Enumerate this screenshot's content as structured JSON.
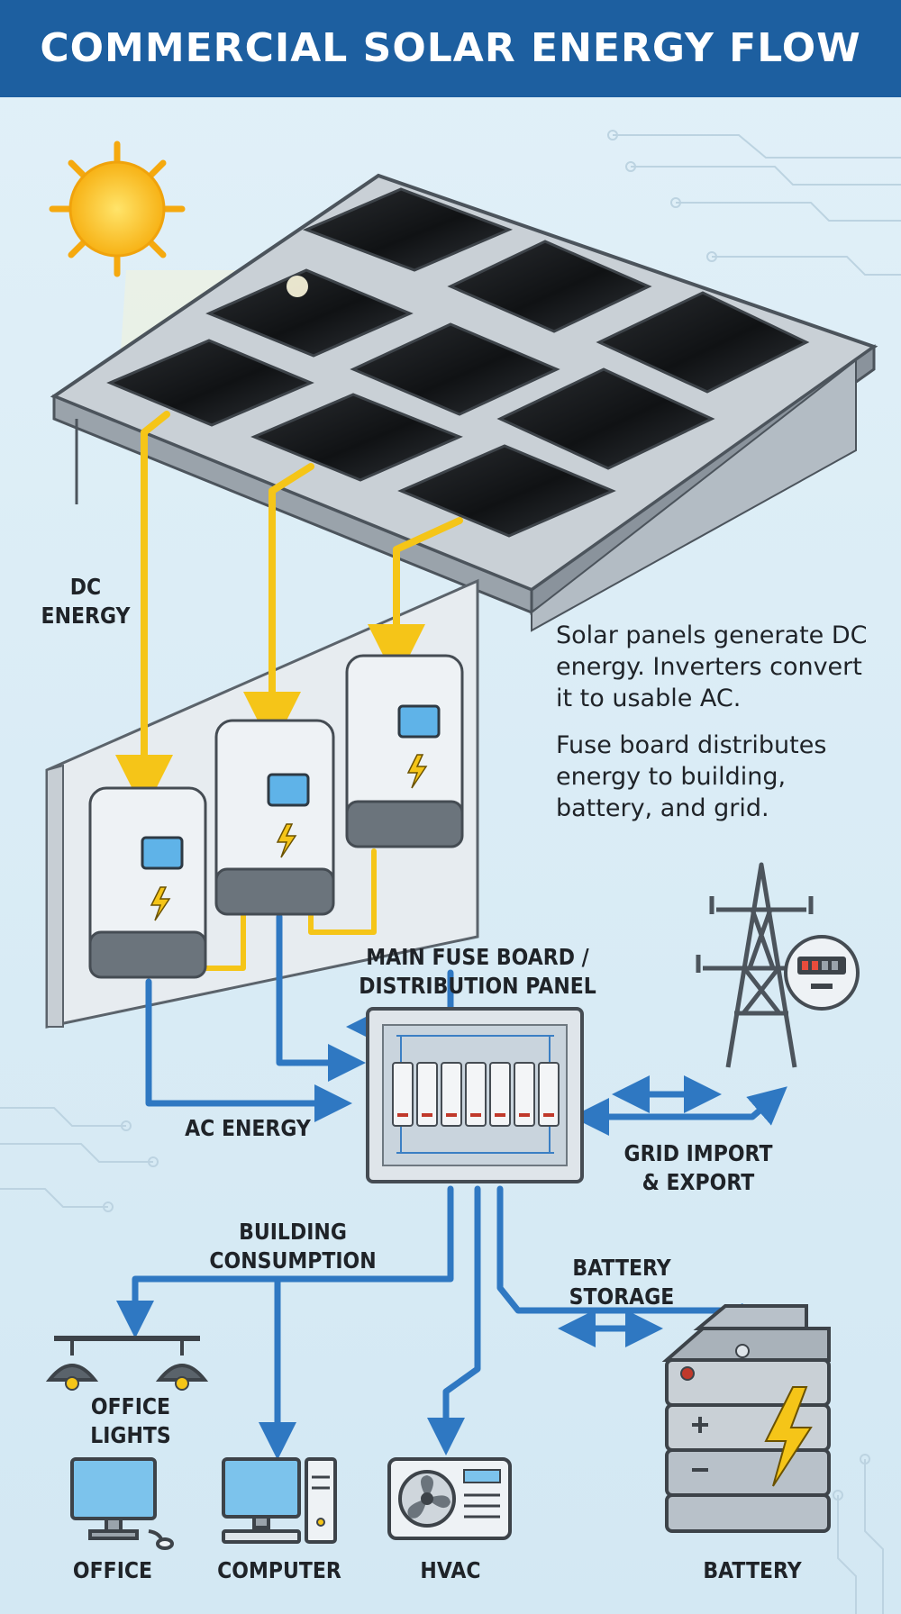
{
  "title": "COMMERCIAL SOLAR ENERGY FLOW",
  "labels": {
    "dc_energy": "DC\nENERGY",
    "ac_energy": "AC ENERGY",
    "fuse_board": "MAIN FUSE BOARD /\nDISTRIBUTION PANEL",
    "grid": "GRID IMPORT\n& EXPORT",
    "building": "BUILDING\nCONSUMPTION",
    "battery_storage": "BATTERY STORAGE",
    "office_lights": "OFFICE LIGHTS",
    "office": "OFFICE",
    "computer": "COMPUTER",
    "hvac": "HVAC",
    "battery": "BATTERY"
  },
  "description": {
    "p1": "Solar panels generate DC energy. Inverters convert it to usable AC.",
    "p2": "Fuse board distributes energy to building, battery, and grid."
  },
  "colors": {
    "header": "#1d5fa0",
    "dc_wire": "#f5c518",
    "ac_wire": "#2f78c2",
    "background": "#dcedf6"
  },
  "icons": [
    "sun-icon",
    "lightning-icon",
    "transmission-tower-icon",
    "meter-icon",
    "fan-icon",
    "battery-icon",
    "monitor-icon",
    "desktop-computer-icon",
    "pendant-lamp-icon"
  ]
}
